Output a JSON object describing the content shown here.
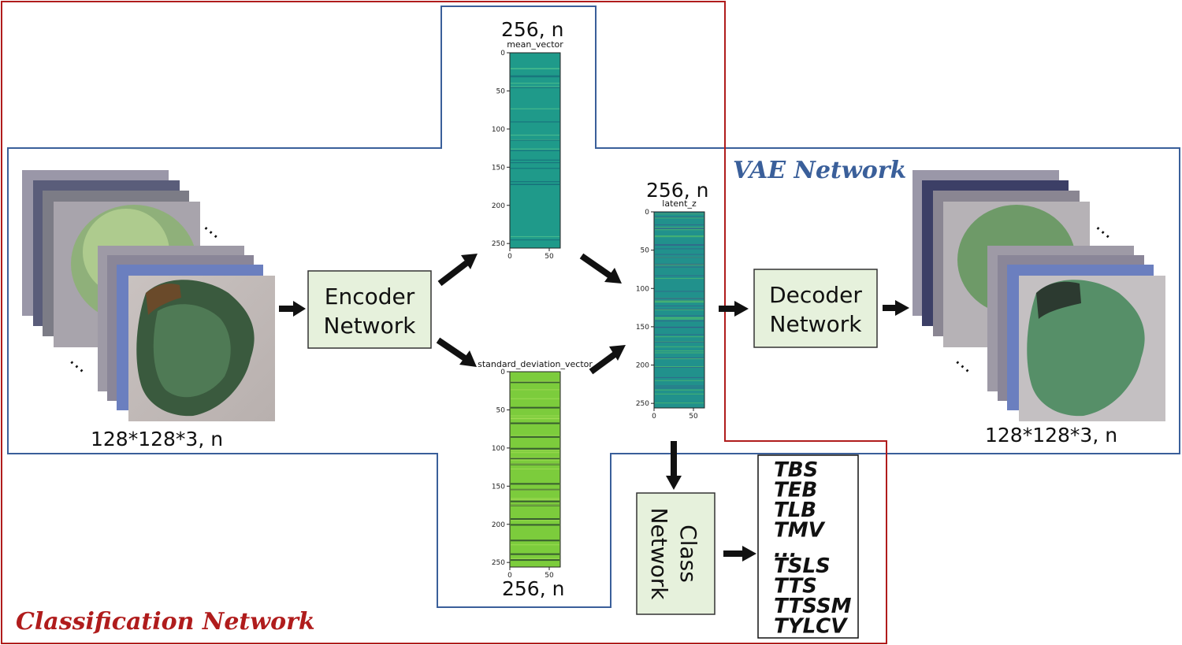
{
  "network_labels": {
    "vae": "VAE Network",
    "classification": "Classification Network"
  },
  "blocks": {
    "encoder": [
      "Encoder",
      "Network"
    ],
    "decoder": [
      "Decoder",
      "Network"
    ],
    "class": [
      "Class",
      "Network"
    ]
  },
  "dimensions": {
    "input": "128*128*3, n",
    "output": "128*128*3, n",
    "mean": "256, n",
    "latent": "256, n",
    "std": "256, n"
  },
  "plots": {
    "mean": {
      "title": "mean_vector",
      "y_ticks": [
        "0",
        "50",
        "100",
        "150",
        "200",
        "250"
      ],
      "x_ticks": [
        "0",
        "50"
      ]
    },
    "std": {
      "title": "standard_deviation_vector",
      "y_ticks": [
        "0",
        "50",
        "100",
        "150",
        "200",
        "250"
      ],
      "x_ticks": [
        "0",
        "50"
      ]
    },
    "latent": {
      "title": "latent_z",
      "y_ticks": [
        "0",
        "50",
        "100",
        "150",
        "200",
        "250"
      ],
      "x_ticks": [
        "0",
        "50"
      ]
    }
  },
  "ellipsis": "…",
  "classes": [
    "TBS",
    "TEB",
    "TLB",
    "TMV",
    "...",
    "TSLS",
    "TTS",
    "TTSSM",
    "TYLCV"
  ],
  "colors": {
    "vae_outline": "#3a5f9a",
    "class_outline": "#b01c1c",
    "block_fill": "#e6f1dc",
    "mean_fill": "#1f9a8a",
    "std_fill": "#7ccc3c",
    "latent_fill": "#21918c"
  },
  "icons": [
    "arrow-right-icon",
    "arrow-down-icon",
    "leaf-image-stack"
  ]
}
